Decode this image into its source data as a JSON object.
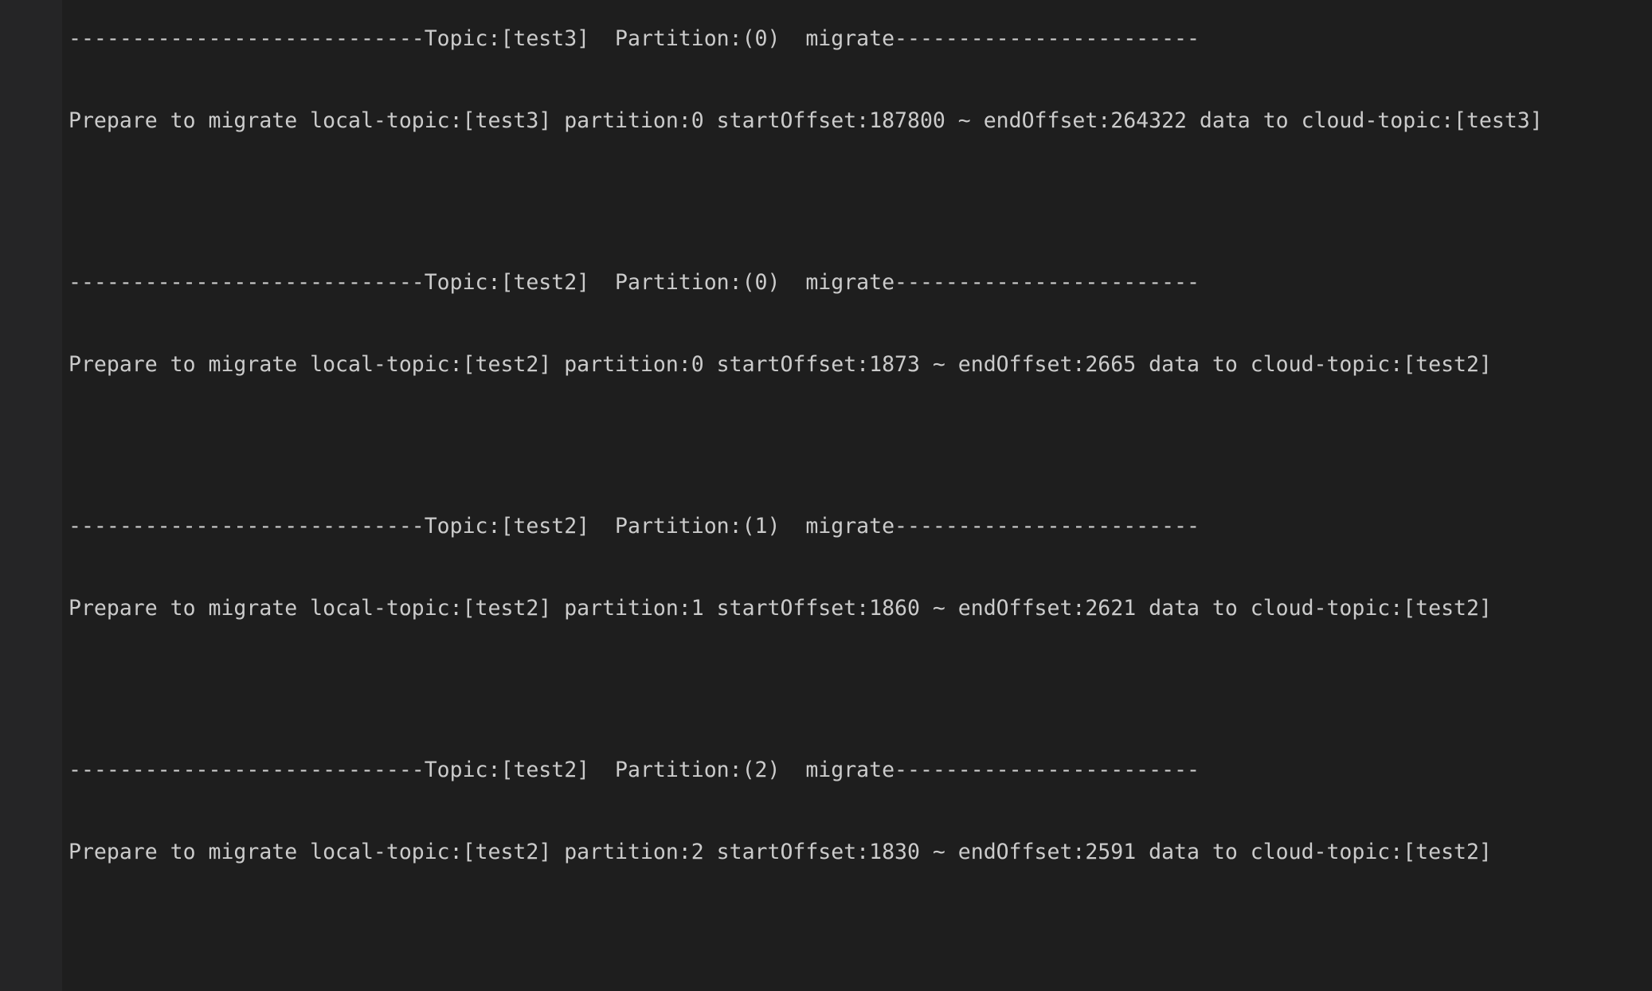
{
  "terminal": {
    "colors": {
      "background": "#1e1e1e",
      "gutter_background": "#252526",
      "text": "#cbcbcb"
    },
    "blocks": [
      {
        "topic": "test3",
        "partition": "0",
        "start_offset": "187800",
        "end_offset": "264322",
        "header": "----------------------------Topic:[test3]  Partition:(0)  migrate------------------------",
        "body": "Prepare to migrate local-topic:[test3] partition:0 startOffset:187800 ~ endOffset:264322 data to cloud-topic:[test3]"
      },
      {
        "topic": "test2",
        "partition": "0",
        "start_offset": "1873",
        "end_offset": "2665",
        "header": "----------------------------Topic:[test2]  Partition:(0)  migrate------------------------",
        "body": "Prepare to migrate local-topic:[test2] partition:0 startOffset:1873 ~ endOffset:2665 data to cloud-topic:[test2]"
      },
      {
        "topic": "test2",
        "partition": "1",
        "start_offset": "1860",
        "end_offset": "2621",
        "header": "----------------------------Topic:[test2]  Partition:(1)  migrate------------------------",
        "body": "Prepare to migrate local-topic:[test2] partition:1 startOffset:1860 ~ endOffset:2621 data to cloud-topic:[test2]"
      },
      {
        "topic": "test2",
        "partition": "2",
        "start_offset": "1830",
        "end_offset": "2591",
        "header": "----------------------------Topic:[test2]  Partition:(2)  migrate------------------------",
        "body": "Prepare to migrate local-topic:[test2] partition:2 startOffset:1830 ~ endOffset:2591 data to cloud-topic:[test2]"
      }
    ]
  }
}
